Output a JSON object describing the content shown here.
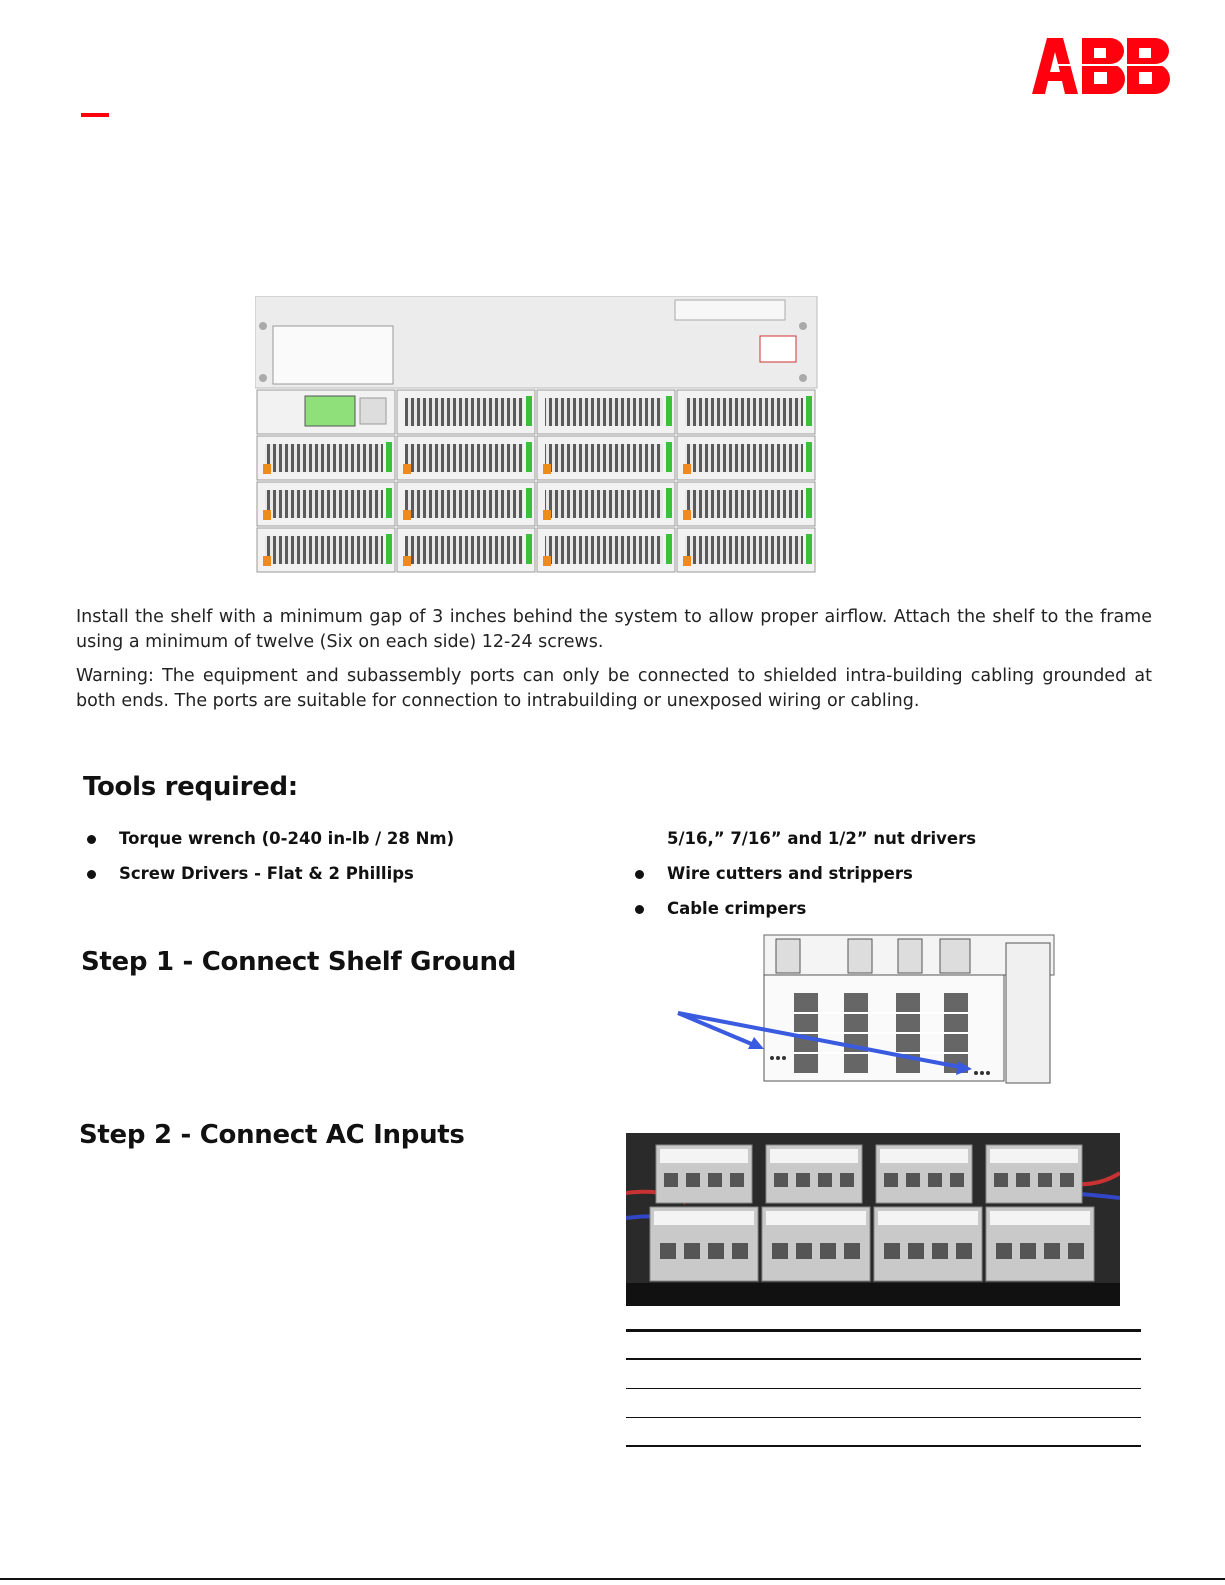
{
  "brand": {
    "logo_text": "ABB",
    "color": "#ff000f"
  },
  "intro": {
    "install_text": "Install the shelf with a minimum gap of 3 inches behind the system to allow proper airflow. Attach the shelf to the frame using a minimum of twelve (Six on each side) 12-24 screws.",
    "warning_label": "Warning",
    "warning_text": ": The equipment and subassembly ports can only be connected to shielded intra-building cabling grounded at both ends. The ports are suitable for connection to intrabuilding or unexposed wiring or cabling."
  },
  "tools": {
    "heading": "Tools required:",
    "items": [
      "Torque wrench (0-240 in-lb / 28 Nm)",
      "Screw Drivers - Flat & 2 Phillips",
      "5/16,” 7/16” and 1/2” nut drivers",
      "Wire cutters and strippers",
      "Cable crimpers"
    ]
  },
  "steps": [
    {
      "heading": "Step 1 - Connect Shelf Ground"
    },
    {
      "heading": "Step 2 - Connect AC Inputs"
    }
  ],
  "icons": {
    "logo": "abb-logo-icon",
    "shelf_photo": "power-shelf-photo",
    "ground_diagram": "ground-diagram",
    "terminal_photo": "ac-terminal-block-photo"
  }
}
